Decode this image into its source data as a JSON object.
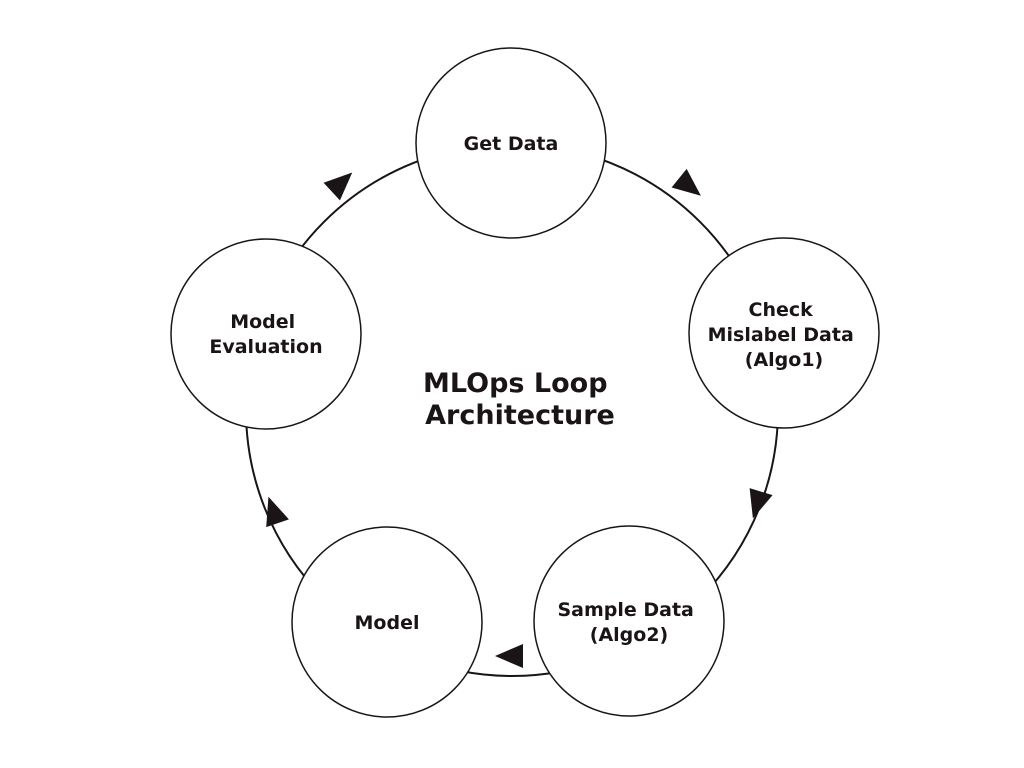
{
  "diagram": {
    "title_lines": [
      "MLOps Loop",
      "Architecture"
    ],
    "nodes": [
      {
        "id": "get-data",
        "lines": [
          "Get Data"
        ]
      },
      {
        "id": "check-mislabel-data",
        "lines": [
          "Check",
          "Mislabel Data",
          "(Algo1)"
        ]
      },
      {
        "id": "sample-data",
        "lines": [
          "Sample Data",
          "(Algo2)"
        ]
      },
      {
        "id": "model",
        "lines": [
          "Model"
        ]
      },
      {
        "id": "model-evaluation",
        "lines": [
          "Model",
          "Evaluation"
        ]
      }
    ],
    "edges": [
      {
        "from": "get-data",
        "to": "check-mislabel-data"
      },
      {
        "from": "check-mislabel-data",
        "to": "sample-data"
      },
      {
        "from": "sample-data",
        "to": "model"
      },
      {
        "from": "model",
        "to": "model-evaluation"
      },
      {
        "from": "model-evaluation",
        "to": "get-data"
      }
    ],
    "colors": {
      "stroke": "#1a1416",
      "arrow": "#1a1416",
      "node_fill": "#ffffff",
      "text": "#1a1416"
    }
  }
}
